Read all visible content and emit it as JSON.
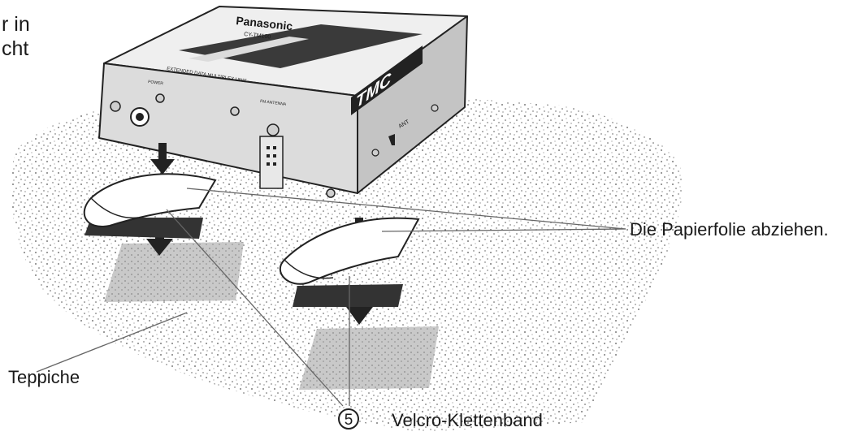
{
  "top_left_text": [
    "r in",
    "cht"
  ],
  "device": {
    "brand": "Panasonic",
    "model": "CY-TM100",
    "product_line": "EXTENDED DATA MULTIPLEX UNIT",
    "logo": "TMC",
    "power_label": "POWER",
    "antenna_label": "FM ANTENNA",
    "side_label": "ANT"
  },
  "labels": {
    "peel_backing": "Die Papierfolie abziehen.",
    "carpet": "Teppiche",
    "item_number": "5",
    "velcro": "Velcro-Klettenband"
  }
}
